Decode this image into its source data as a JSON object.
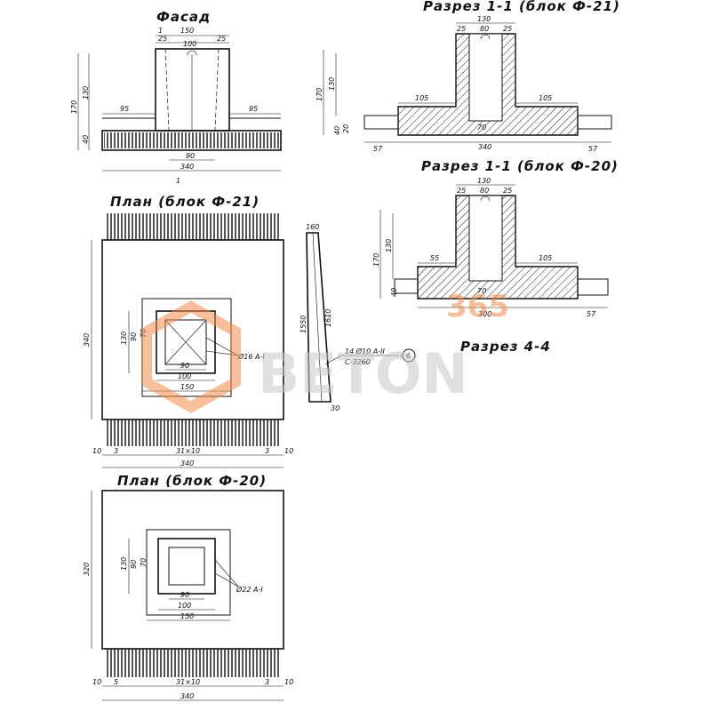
{
  "titles": {
    "facade": "Фасад",
    "section_f21": "Разрез 1-1 (блок Ф-21)",
    "section_f20": "Разрез 1-1 (блок Ф-20)",
    "section_44": "Разрез 4-4",
    "plan_f21": "План (блок Ф-21)",
    "plan_f20": "План (блок Ф-20)"
  },
  "facade": {
    "cut_mark_top": "1",
    "cut_mark_bottom": "1",
    "top_width": "150",
    "edge_left": "25",
    "edge_right": "25",
    "inner": "100",
    "height_total": "170",
    "height_col": "130",
    "height_base": "40",
    "side_left": "95",
    "side_right": "95",
    "bottom_inner": "90",
    "base_width": "340"
  },
  "section_f21": {
    "top_width": "130",
    "edge_left": "25",
    "inner": "80",
    "edge_right": "25",
    "height_total": "170",
    "height_col": "130",
    "height_base": "40",
    "height_edge": "20",
    "side_left": "105",
    "side_right": "105",
    "bottom_inner": "70",
    "ext_left": "57",
    "ext_right": "57",
    "base_width": "340"
  },
  "section_f20": {
    "top_width": "130",
    "edge_left": "25",
    "inner": "80",
    "edge_right": "25",
    "height_total": "170",
    "height_col": "130",
    "height_base": "40",
    "side_left": "55",
    "side_right": "105",
    "bottom_inner": "70",
    "ext_right": "57",
    "base_width": "300"
  },
  "plan_f21": {
    "side": "340",
    "inner_a": "130",
    "inner_b": "90",
    "inner_c": "70",
    "w1": "90",
    "w2": "100",
    "w3": "150",
    "rebar_label": "Ø16 A-I",
    "bottom_left": "10",
    "bottom_left2": "3",
    "bottom_mid": "31×10",
    "bottom_right2": "3",
    "bottom_right": "10",
    "width": "340"
  },
  "plan_f20": {
    "side": "320",
    "inner_a": "130",
    "inner_b": "90",
    "inner_c": "70",
    "w1": "90",
    "w2": "100",
    "w3": "150",
    "rebar_label": "Ø22 A-I",
    "bottom_left": "10",
    "bottom_left2": "5",
    "bottom_mid": "31×10",
    "bottom_right2": "3",
    "bottom_right": "10",
    "width": "340"
  },
  "stirrup": {
    "top": "160",
    "length_a": "1550",
    "length_b": "1610",
    "bottom": "30",
    "callout_line1": "14 Ø10 A-II",
    "callout_line2": "С-3260",
    "callout_mark": "6"
  },
  "watermark": {
    "small": "365",
    "big": "BETON",
    "color": "#f08a4a"
  }
}
